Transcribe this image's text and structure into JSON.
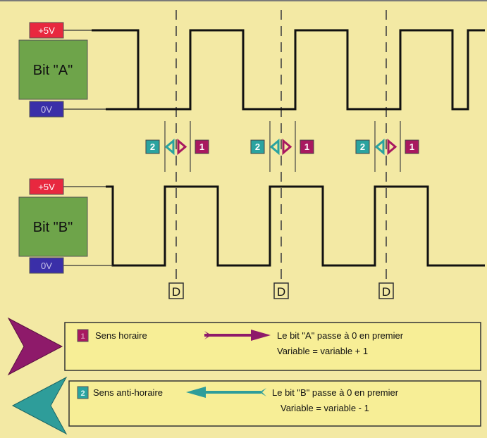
{
  "signal_a": {
    "high_label": "+5V",
    "name": "Bit \"A\"",
    "low_label": "0V"
  },
  "signal_b": {
    "high_label": "+5V",
    "name": "Bit \"B\"",
    "low_label": "0V"
  },
  "phase_markers": [
    {
      "left": "2",
      "right": "1"
    },
    {
      "left": "2",
      "right": "1"
    },
    {
      "left": "2",
      "right": "1"
    }
  ],
  "detect_markers": [
    "D",
    "D",
    "D"
  ],
  "legend": {
    "clockwise": {
      "badge": "1",
      "label": "Sens horaire",
      "line1": "Le bit \"A\" passe à 0 en premier",
      "line2": "Variable = variable + 1"
    },
    "counterclockwise": {
      "badge": "2",
      "label": "Sens anti-horaire",
      "line1": "Le bit \"B\" passe à 0 en premier",
      "line2": "Variable = variable - 1"
    }
  },
  "colors": {
    "background": "#f3e9a4",
    "label_red": "#e8283f",
    "label_blue": "#3a2fa8",
    "label_green": "#6ea44a",
    "marker_teal": "#2aa3a0",
    "marker_magenta": "#a81860",
    "arrow_teal": "#2e9d9a",
    "arrow_magenta": "#8e1a6a"
  }
}
